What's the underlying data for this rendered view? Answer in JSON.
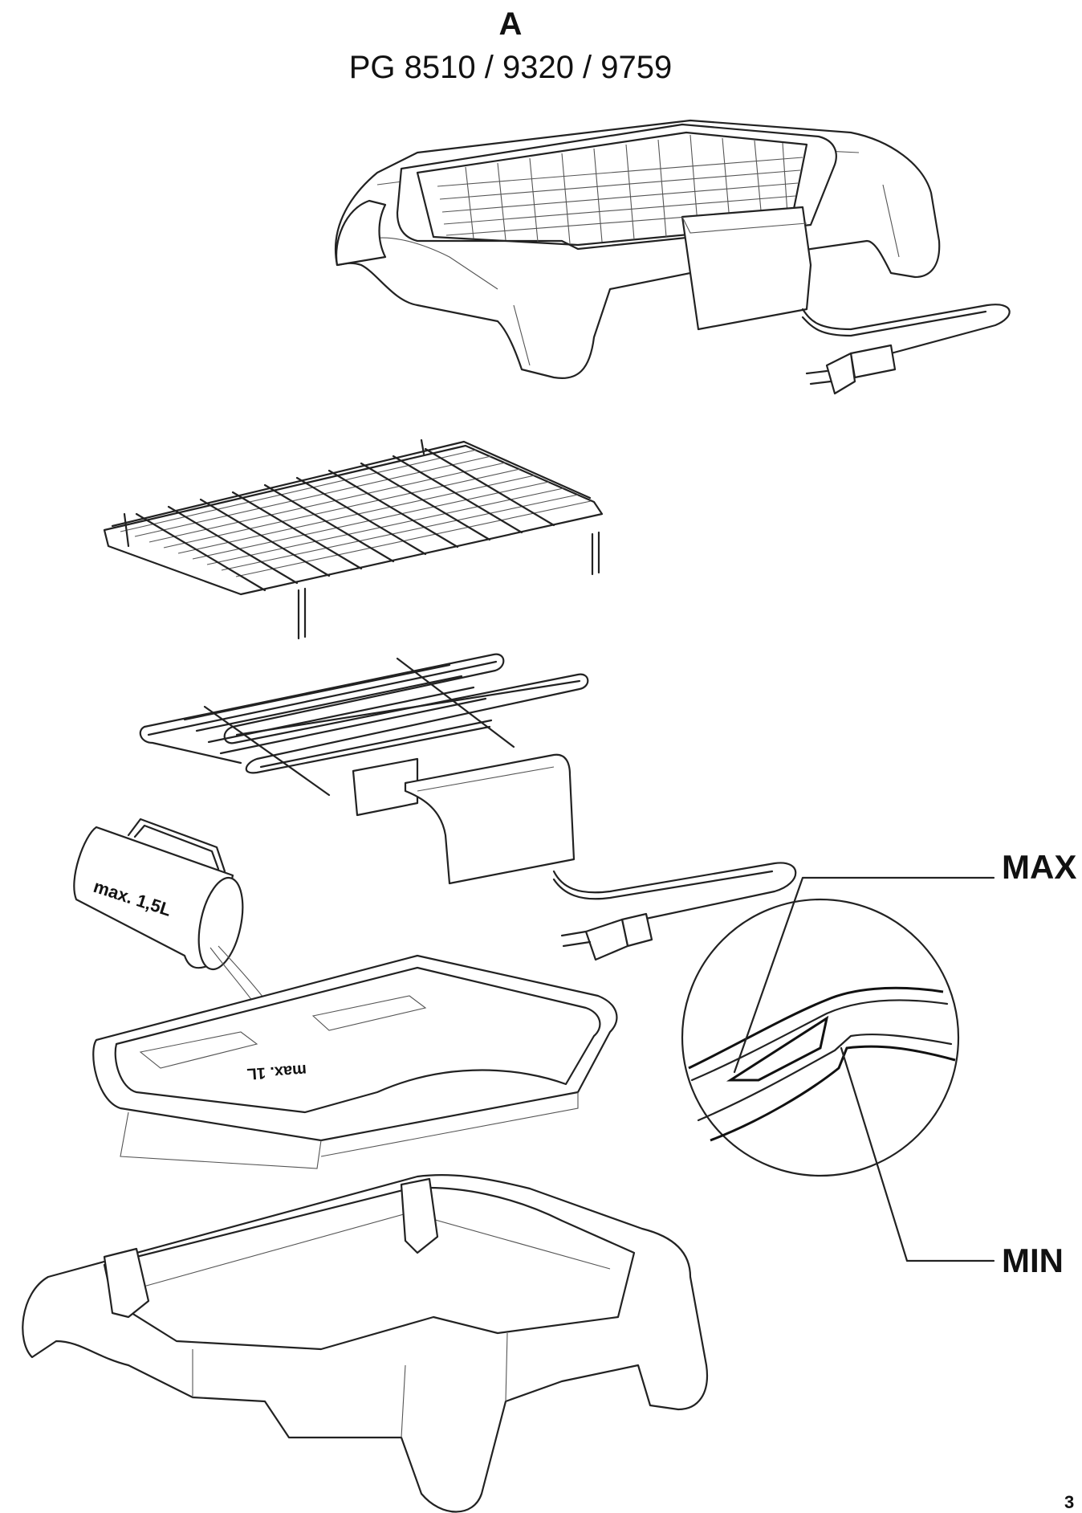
{
  "header": {
    "figure_letter": "A",
    "model_numbers": "PG 8510 / 9320 / 9759"
  },
  "labels": {
    "jug_marking": "max. 1,5L",
    "tray_marking": "max. 1L",
    "max": "MAX",
    "min": "MIN"
  },
  "page_number": "3"
}
